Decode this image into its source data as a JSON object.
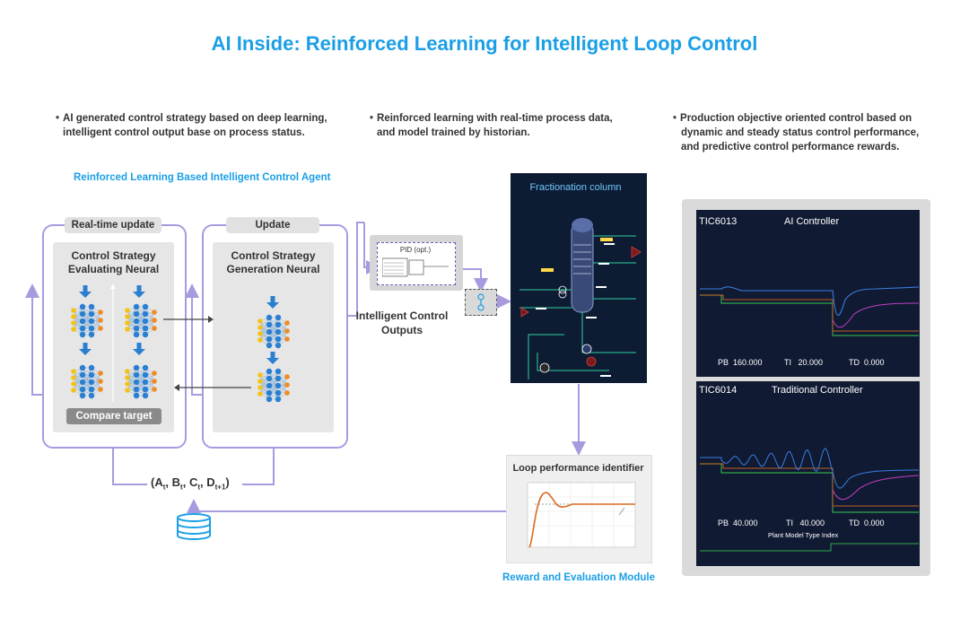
{
  "title": "AI Inside: Reinforced Learning for Intelligent Loop Control",
  "bullets": [
    "AI generated control strategy based on deep learning,",
    "intelligent control output base on process status.",
    "Reinforced learning with real-time process data,",
    "and model trained by historian.",
    "Production objective oriented control based on",
    "dynamic and steady status control performance,",
    "and predictive control performance rewards."
  ],
  "agent_label": "Reinforced Learning Based Intelligent Control Agent",
  "left_panel": {
    "tab": "Real-time update",
    "title_line1": "Control Strategy",
    "title_line2": "Evaluating Neural",
    "compare": "Compare target"
  },
  "mid_panel": {
    "tab": "Update",
    "title_line1": "Control Strategy",
    "title_line2": "Generation Neural"
  },
  "outputs_line1": "Intelligent Control",
  "outputs_line2": "Outputs",
  "formula": "(A",
  "formula_parts": [
    "A",
    "t",
    "B",
    "t",
    "C",
    "t",
    "D",
    "t+1"
  ],
  "pid_label": "PID (opt.)",
  "fractionation_title": "Fractionation column",
  "loop_title": "Loop performance identifier",
  "reward_label": "Reward and Evaluation Module",
  "trend1": {
    "tag": "TIC6013",
    "name": "AI Controller",
    "pb_label": "PB",
    "pb": "160.000",
    "ti_label": "TI",
    "ti": "20.000",
    "td_label": "TD",
    "td": "0.000"
  },
  "trend2": {
    "tag": "TIC6014",
    "name": "Traditional Controller",
    "pb_label": "PB",
    "pb": "40.000",
    "ti_label": "TI",
    "ti": "40.000",
    "td_label": "TD",
    "td": "0.000",
    "index_label": "Plant Model Type Index"
  },
  "colors": {
    "accent": "#1a9fe6",
    "frame": "#a79be0",
    "panel_dark": "#101a33"
  }
}
